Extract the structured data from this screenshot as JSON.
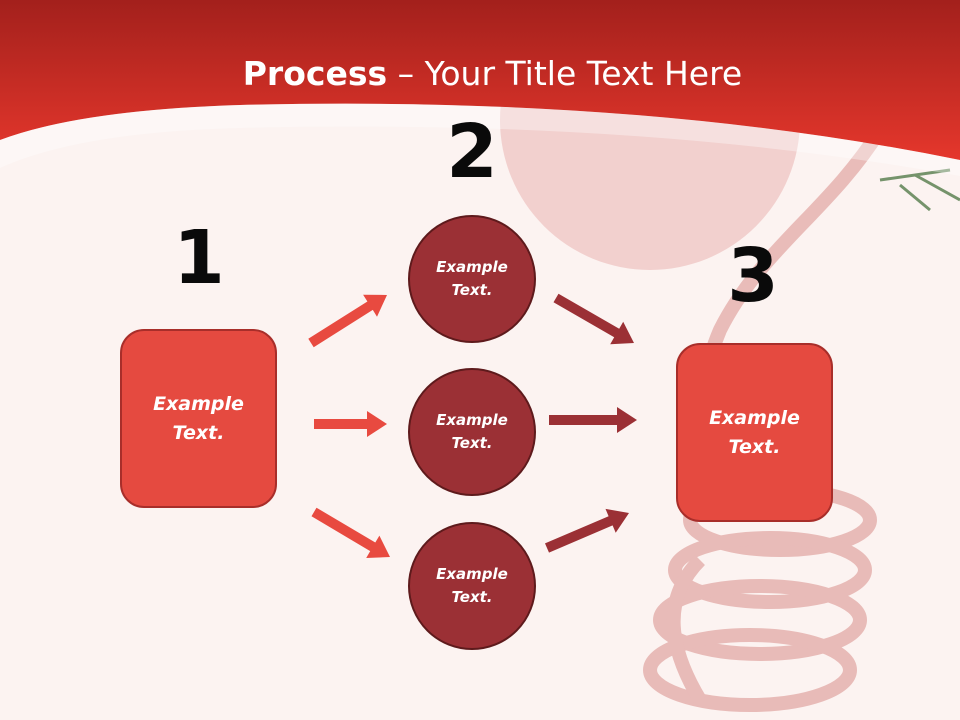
{
  "title": {
    "bold": "Process",
    "rest": " – Your Title Text Here"
  },
  "steps": [
    {
      "number": "1",
      "label": "Example\nText."
    },
    {
      "number": "2",
      "items": [
        {
          "label": "Example\nText."
        },
        {
          "label": "Example\nText."
        },
        {
          "label": "Example\nText."
        }
      ]
    },
    {
      "number": "3",
      "label": "Example\nText."
    }
  ],
  "colors": {
    "banner": "#d8302a",
    "box": "#e54a40",
    "circle": "#9b3035",
    "arrow_light": "#e84a40",
    "arrow_dark": "#9b3035"
  }
}
